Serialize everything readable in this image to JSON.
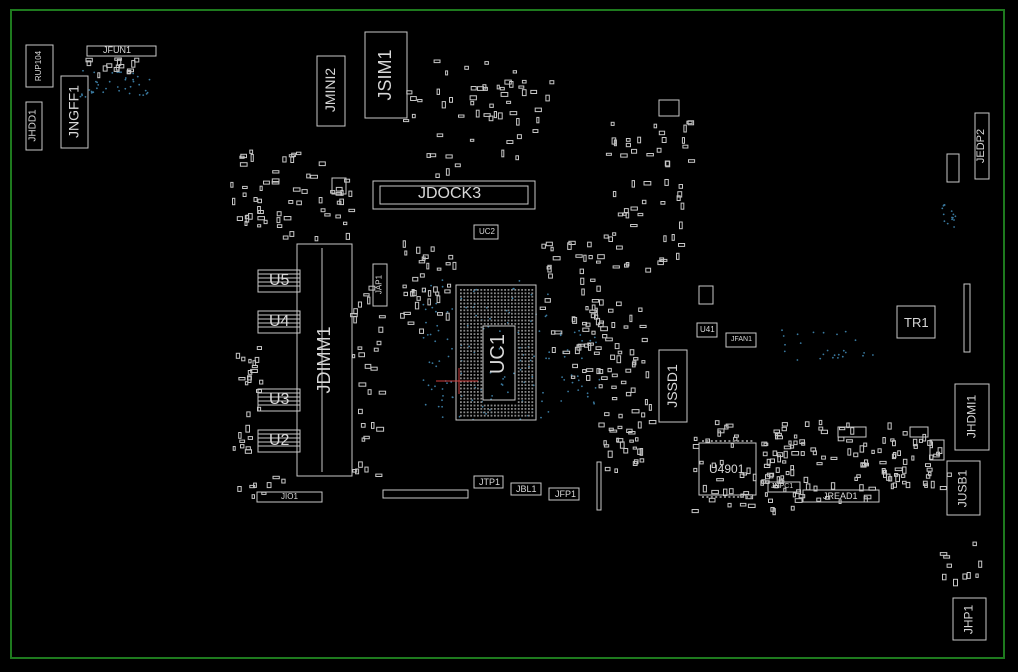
{
  "colors": {
    "background": "#000000",
    "border": "#1e7a1e",
    "silk": "#c8c8c8",
    "text": "#d8d8d8",
    "accent": "#d04040",
    "dots": "#3a7aa0"
  },
  "components": {
    "rup104": "RUP104",
    "jhdd1": "JHDD1",
    "jngff1": "JNGFF1",
    "jfun1": "JFUN1",
    "jmini2": "JMINI2",
    "jsim1": "JSIM1",
    "jdock3": "JDOCK3",
    "jdimm1": "JDIMM1",
    "u5": "U5",
    "u4": "U4",
    "u3": "U3",
    "u2": "U2",
    "uc1": "UC1",
    "jssd1": "JSSD1",
    "u4901": "U4901",
    "tr1": "TR1",
    "jedp2": "JEDP2",
    "jhdmi1": "JHDMI1",
    "jusb1": "JUSB1",
    "jhp1": "JHP1",
    "jio1": "JIO1",
    "jtp1": "JTP1",
    "jbl1": "JBL1",
    "jfp1": "JFP1",
    "jread1": "JREAD1",
    "jnpc1": "JNPC1",
    "jfan1": "JFAN1",
    "jap1": "JAP1",
    "u41": "U41",
    "uc2": "UC2"
  }
}
